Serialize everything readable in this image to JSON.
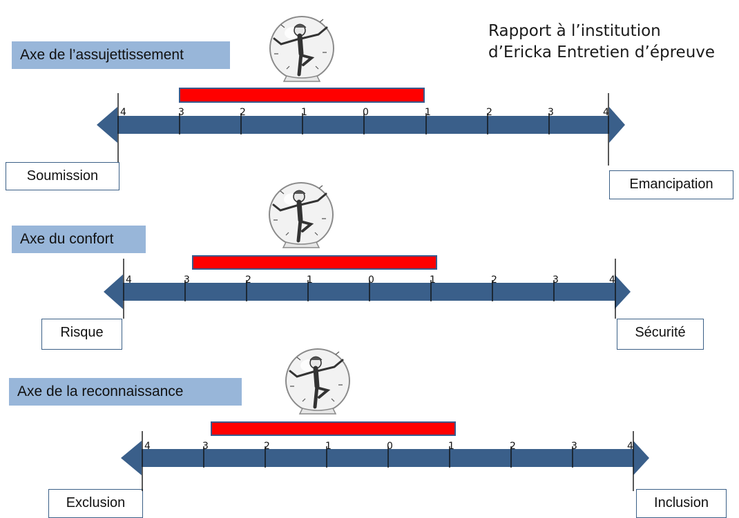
{
  "title": {
    "line1": "Rapport à l’institution",
    "line2": "d’Ericka Entretien d’épreuve"
  },
  "colors": {
    "axis": "#3a5f8a",
    "bar_fill": "#ff0000",
    "bar_border": "#3a5a8c",
    "label_bg": "#98b6d9"
  },
  "figure_icon": "balancing-person-in-bubble-icon",
  "axes": [
    {
      "id": "assujettissement",
      "label": "Axe de l’assujettissement",
      "left_end": "Soumission",
      "right_end": "Emancipation",
      "tick_labels": [
        "4",
        "3",
        "2",
        "1",
        "0",
        "1",
        "2",
        "3",
        "4"
      ],
      "score_range": [
        -3,
        1
      ]
    },
    {
      "id": "confort",
      "label": "Axe du confort",
      "left_end": "Risque",
      "right_end": "Sécurité",
      "tick_labels": [
        "4",
        "3",
        "2",
        "1",
        "0",
        "1",
        "2",
        "3",
        "4"
      ],
      "score_range": [
        -3,
        1
      ]
    },
    {
      "id": "reconnaissance",
      "label": "Axe de la reconnaissance",
      "left_end": "Exclusion",
      "right_end": "Inclusion",
      "tick_labels": [
        "4",
        "3",
        "2",
        "1",
        "0",
        "1",
        "2",
        "3",
        "4"
      ],
      "score_range": [
        -3,
        1
      ]
    }
  ]
}
